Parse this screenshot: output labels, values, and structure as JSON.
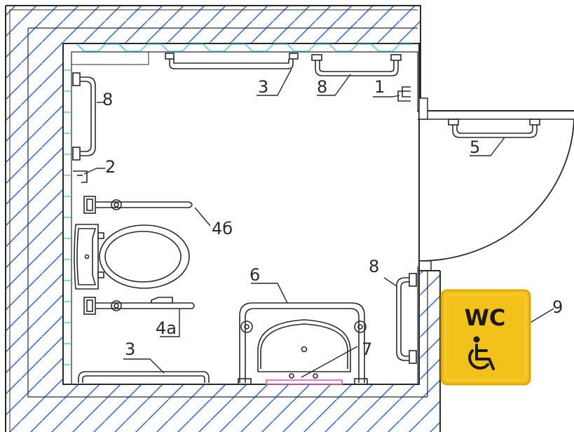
{
  "labels": {
    "l1": "1",
    "l2": "2",
    "l3a": "3",
    "l3b": "3",
    "l4a": "4а",
    "l4b": "4б",
    "l5": "5",
    "l6": "6",
    "l7": "7",
    "l8a": "8",
    "l8b": "8",
    "l8c": "8",
    "l9": "9"
  },
  "sign": {
    "text": "WC",
    "icon": "wheelchair-icon",
    "background": "#f2c21b",
    "border": "#e0a800"
  },
  "colors": {
    "line": "#2a2a2a",
    "hatch": "#3a6fd8",
    "tile": "#35c6d8",
    "sink_strip": "#e05abf"
  }
}
